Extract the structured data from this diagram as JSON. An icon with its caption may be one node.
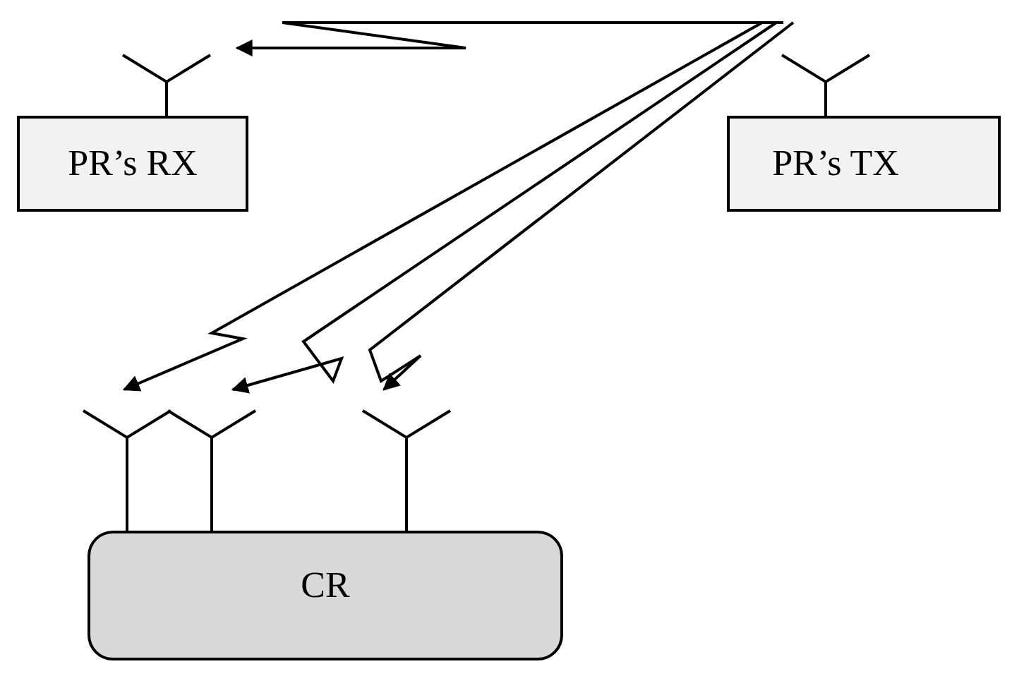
{
  "diagram": {
    "nodes": [
      {
        "text": [],
        "shape": "antenna"
      },
      {
        "text": [],
        "shape": "antenna"
      },
      {
        "text": [
          "PR’s RX"
        ]
      },
      {
        "text": [
          "PR’s TX"
        ]
      },
      {
        "text": [],
        "shape": "antenna"
      },
      {
        "text": [],
        "shape": "antenna"
      },
      {
        "text": [],
        "shape": "antenna"
      },
      {
        "text": [
          "CR"
        ]
      }
    ],
    "edges": [
      {
        "from": 1,
        "to": 0,
        "arrow": "to"
      },
      {
        "from": 1,
        "to": 4,
        "arrow": "to"
      },
      {
        "from": 1,
        "to": 5,
        "arrow": "to"
      },
      {
        "from": 1,
        "to": 6,
        "arrow": "to"
      }
    ]
  }
}
